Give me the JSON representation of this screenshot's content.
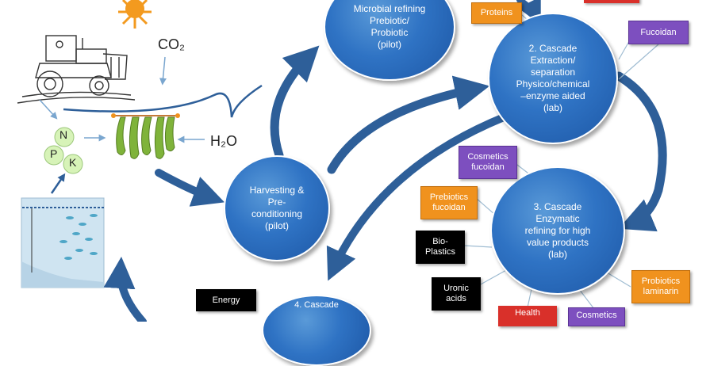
{
  "nodes": {
    "microbial": "Microbial refining\nPrebiotic/\nProbiotic\n(pilot)",
    "extraction": "2. Cascade\nExtraction/\nseparation\nPhysico/chemical\n–enzyme aided\n(lab)",
    "harvesting": "Harvesting &\nPre-\nconditioning\n(pilot)",
    "enzymatic": "3. Cascade\nEnzymatic\nrefining for high\nvalue products\n(lab)",
    "cascade4": "4. Cascade"
  },
  "tags": {
    "proteins": "Proteins",
    "fucoidan": "Fucoidan",
    "cosmetics_fucoidan": "Cosmetics\nfucoidan",
    "prebiotics_fucoidan": "Prebiotics\nfucoidan",
    "bio_plastics": "Bio-\nPlastics",
    "uronic_acids": "Uronic\nacids",
    "probiotics_laminarin": "Probiotics\nlaminarin",
    "energy": "Energy",
    "health": "Health",
    "cosmetics": "Cosmetics"
  },
  "labels": {
    "co2": "CO₂",
    "h2o": "H₂O",
    "n": "N",
    "p": "P",
    "k": "K"
  },
  "colors": {
    "node_blue": "#2f73c4",
    "arrow_blue": "#2e5f99",
    "orange": "#f0921e",
    "purple": "#7d4fbf",
    "black": "#000000",
    "red": "#d9302a",
    "sun": "#f39a1f",
    "npk_green": "#d7f3b8",
    "seaweed_green": "#7fb33a",
    "water": "#cfe4f1"
  }
}
